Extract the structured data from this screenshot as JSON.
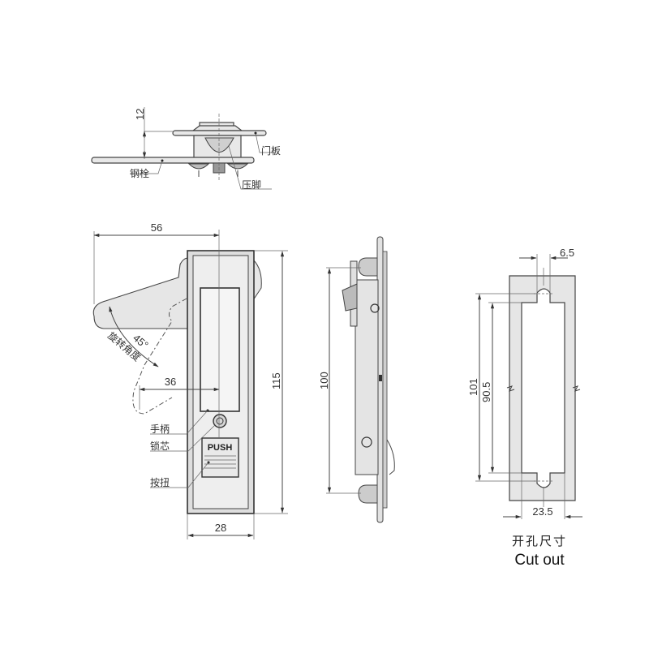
{
  "top_view": {
    "dim_height": "12",
    "labels": {
      "door_panel": "门板",
      "steel_bolt": "钢栓",
      "press_foot": "压脚"
    }
  },
  "front_view": {
    "dim_width_swing": "56",
    "dim_width_offset": "36",
    "dim_height": "115",
    "dim_width_body": "28",
    "angle": "45°",
    "angle_label": "旋转角度",
    "push_label": "PUSH",
    "labels": {
      "handle": "手柄",
      "lock_core": "锁芯",
      "button": "按扭"
    }
  },
  "side_view": {
    "dim_height": "100"
  },
  "cutout_view": {
    "dim_slot_width": "6.5",
    "dim_outer_height": "101",
    "dim_inner_height": "90.5",
    "dim_width": "23.5",
    "caption_cn": "开孔尺寸",
    "caption_en": "Cut out"
  }
}
